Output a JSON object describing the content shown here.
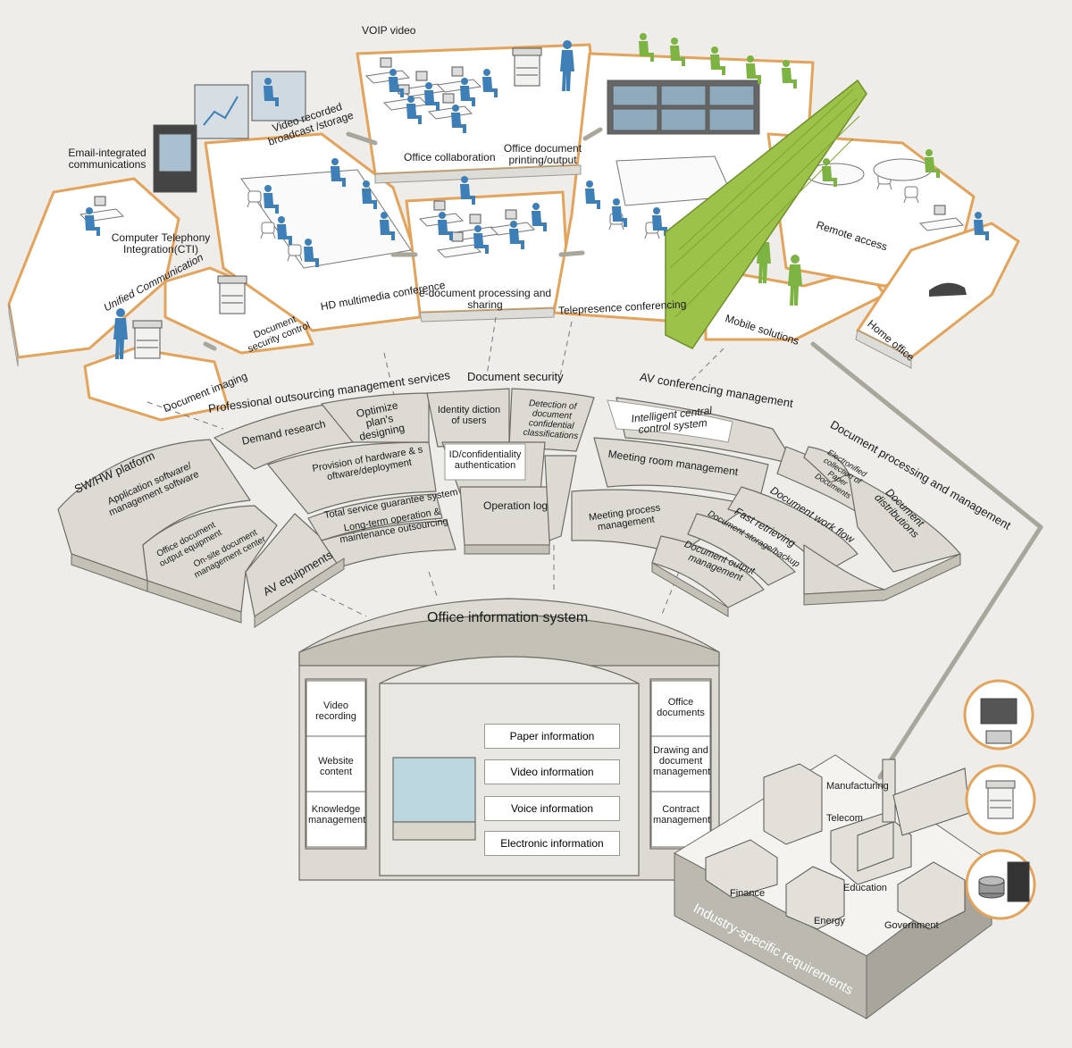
{
  "scene": {
    "voip_video": "VOIP video",
    "video_recorded": "Video recorded broadcast /storage",
    "email_integrated": "Email-integrated communications",
    "cti": "Computer Telephony Integration(CTI)",
    "unified_communication": "Unified Communication",
    "document_security_control": "Document security control",
    "hd_multimedia": "HD multimedia conference",
    "office_collaboration": "Office collaboration",
    "office_document_printing": "Office document printing/output",
    "e_document": "e-document processing and sharing",
    "telepresence": "Telepresence conferencing",
    "remote_access": "Remote access",
    "mobile_solutions": "Mobile solutions",
    "home_office": "Home office",
    "document_imaging": "Document imaging"
  },
  "services": {
    "professional_title": "Professional outsourcing management services",
    "demand_research": "Demand research",
    "optimize_plan": "Optimize plan's designing",
    "provision": "Provision of hardware & s oftware/deployment",
    "total_service": "Total service guarantee system",
    "long_term": "Long-term operation & maintenance outsourcing",
    "doc_security_title": "Document security",
    "identity": "Identity diction of users",
    "detection": "Detection of document confidential classifications",
    "id_auth": "ID/confidentiality authentication",
    "operation_log": "Operation log",
    "av_title": "AV conferencing management",
    "intelligent": "Intelligent central control system",
    "meeting_room": "Meeting room management",
    "meeting_process": "Meeting process management",
    "swhw_title": "SW/HW platform",
    "app_software": "Application software/ management software",
    "office_doc_output": "Office document output equipment",
    "onsite": "On-site document management center",
    "av_equipments": "AV equipments",
    "docproc_title": "Document processing and management",
    "electronified": "Electronified collection of Paper Documents",
    "doc_distributions": "Document distributions",
    "doc_workflow": "Document work flow",
    "fast_retrieving": "Fast retrieving",
    "doc_storage": "Document storage/backup",
    "doc_output_mgmt": "Document output management"
  },
  "ois": {
    "title": "Office information system",
    "left": [
      "Video recording",
      "Website content",
      "Knowledge management"
    ],
    "right": [
      "Office documents",
      "Drawing and document management",
      "Contract management"
    ],
    "center": [
      "Paper information",
      "Video information",
      "Voice information",
      "Electronic information"
    ]
  },
  "industry": {
    "title": "Industry-specific requirements",
    "manufacturing": "Manufacturing",
    "telecom": "Telecom",
    "finance": "Finance",
    "education": "Education",
    "energy": "Energy",
    "government": "Government"
  },
  "colors": {
    "background": "#eeedea",
    "platform_fill": "#ffffff",
    "platform_border": "#e3a35a",
    "block_fill": "#dcdad2",
    "block_side": "#c4c1b6",
    "person_blue": "#3e7fb8",
    "person_green": "#7cb342",
    "wall_green": "#9cc24a"
  }
}
